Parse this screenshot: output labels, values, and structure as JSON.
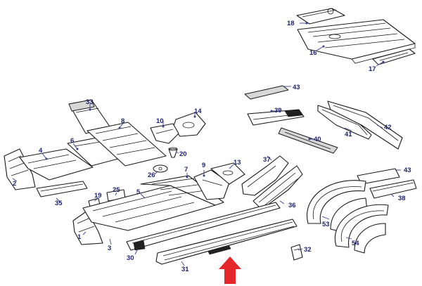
{
  "labels": {
    "p1": "1",
    "p2": "2",
    "p3": "3",
    "p4": "4",
    "p5": "5",
    "p6": "6",
    "p7": "7",
    "p8": "8",
    "p9": "9",
    "p10": "10",
    "p13": "13",
    "p14": "14",
    "p16": "16",
    "p17": "17",
    "p18": "18",
    "p19": "19",
    "p20": "20",
    "p25": "25",
    "p26": "26",
    "p30": "30",
    "p31": "31",
    "p32": "32",
    "p33": "33",
    "p35": "35",
    "p36": "36",
    "p37": "37",
    "p38": "38",
    "p39": "39",
    "p40": "40",
    "p41": "41",
    "p42": "42",
    "p43a": "43",
    "p43b": "43",
    "p53": "53",
    "p54": "54"
  },
  "colors": {
    "label": "#1f2470",
    "leader": "#3a3d8c",
    "highlight_arrow": "#e5262b",
    "line_art": "#1a1a1a"
  },
  "icons": {
    "highlight": "red-up-arrow-icon"
  }
}
